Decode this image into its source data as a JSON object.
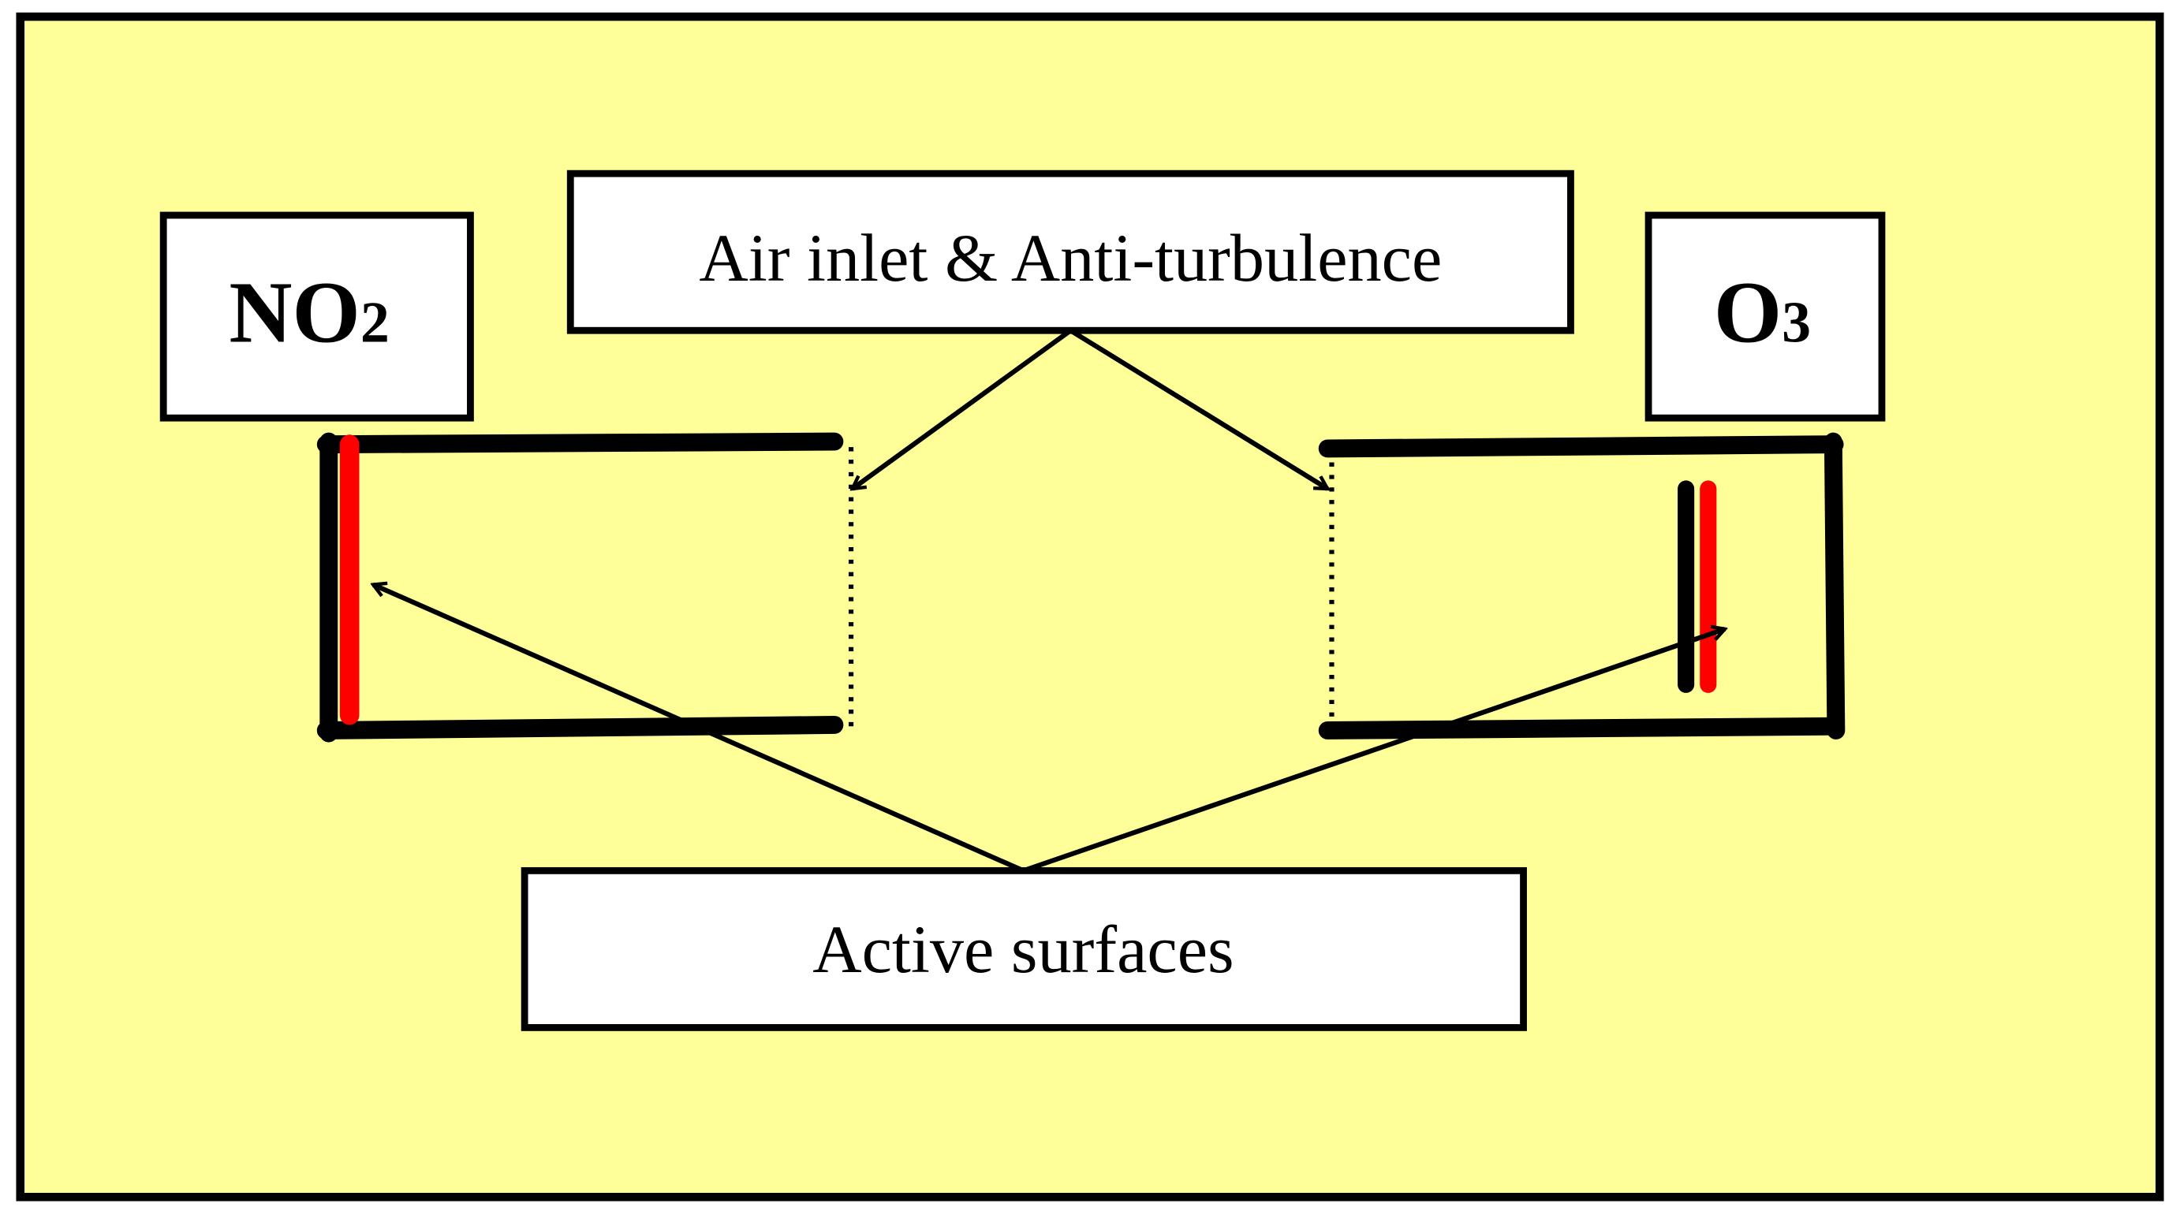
{
  "labels": {
    "air_inlet": "Air inlet & Anti-turbulence",
    "active_surfaces": "Active surfaces",
    "no2_main": "NO",
    "no2_sub": "2",
    "o3_main": "O",
    "o3_sub": "3"
  },
  "colors": {
    "background": "#FFFF99",
    "frame": "#000000",
    "box_fill": "#FFFFFF",
    "active_surface": "#FF0000"
  }
}
